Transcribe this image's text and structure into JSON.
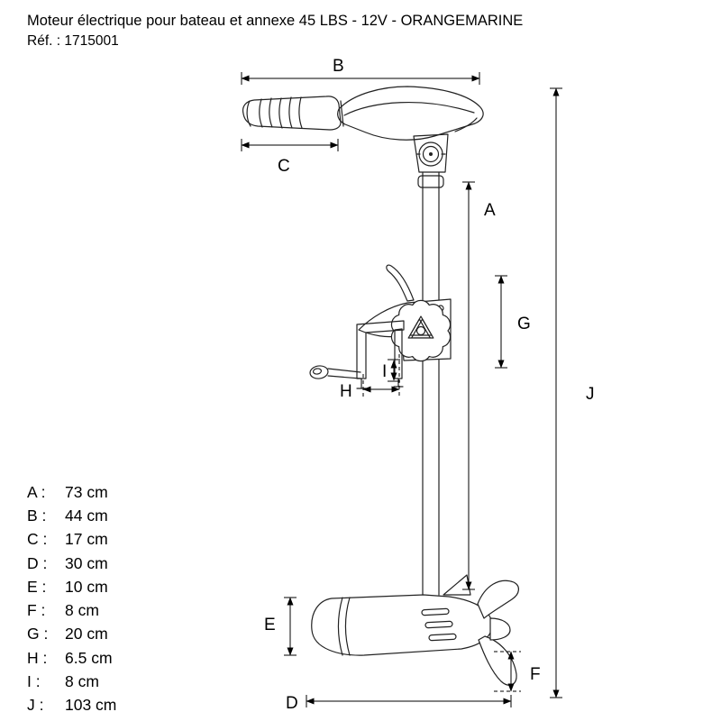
{
  "header": {
    "title": "Moteur électrique pour bateau et annexe 45 LBS - 12V - ORANGEMARINE",
    "reference": "Réf. : 1715001"
  },
  "diagram": {
    "labels": {
      "A": "A",
      "B": "B",
      "C": "C",
      "D": "D",
      "E": "E",
      "F": "F",
      "G": "G",
      "H": "H",
      "I": "I",
      "J": "J"
    }
  },
  "legend": [
    {
      "label": "A :",
      "value": "73 cm"
    },
    {
      "label": "B :",
      "value": "44 cm"
    },
    {
      "label": "C :",
      "value": "17 cm"
    },
    {
      "label": "D :",
      "value": "30 cm"
    },
    {
      "label": "E :",
      "value": "10 cm"
    },
    {
      "label": "F :",
      "value": "8 cm"
    },
    {
      "label": "G :",
      "value": "20 cm"
    },
    {
      "label": "H :",
      "value": "6.5 cm"
    },
    {
      "label": "I :",
      "value": "8 cm"
    },
    {
      "label": "J :",
      "value": "103 cm"
    }
  ],
  "colors": {
    "line": "#222222",
    "text": "#000000",
    "background": "#ffffff"
  }
}
